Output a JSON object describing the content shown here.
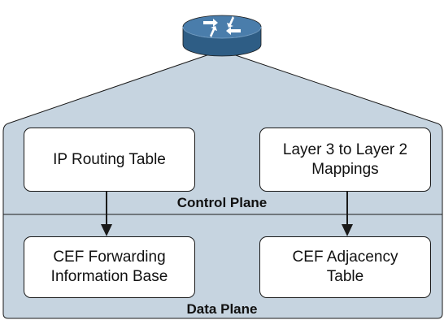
{
  "colors": {
    "plane_fill": "#c6d4e0",
    "router_body": "#2e5d85",
    "router_top": "#4a7dab",
    "outline": "#1a1a1a"
  },
  "router": {
    "icon": "router-icon"
  },
  "control_plane": {
    "label": "Control Plane",
    "boxes": [
      {
        "text": "IP Routing Table"
      },
      {
        "text": "Layer 3 to Layer 2\nMappings"
      }
    ]
  },
  "data_plane": {
    "label": "Data Plane",
    "boxes": [
      {
        "text": "CEF Forwarding\nInformation Base"
      },
      {
        "text": "CEF Adjacency\nTable"
      }
    ]
  }
}
